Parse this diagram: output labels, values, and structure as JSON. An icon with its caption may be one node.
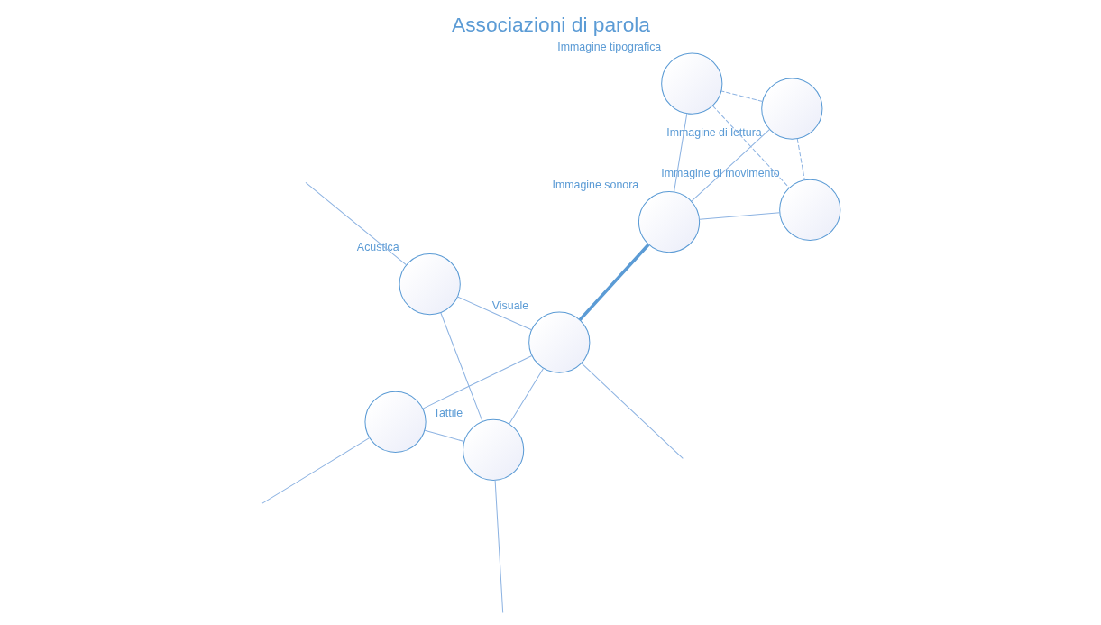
{
  "diagram": {
    "title": "Associazioni di parola",
    "nodes": [
      {
        "text": [],
        "shape": "circle"
      },
      {
        "text": [],
        "shape": "circle",
        "beside": [
          "Tattile"
        ]
      },
      {
        "text": [],
        "shape": "circle",
        "beside": [
          "Visuale"
        ]
      },
      {
        "text": [],
        "shape": "circle",
        "beside": [
          "Acustica"
        ]
      },
      {
        "text": [],
        "shape": "circle",
        "beside": [
          "Immagine di lettura"
        ]
      },
      {
        "text": [],
        "shape": "circle",
        "beside": [
          "Immagine tipografica"
        ]
      },
      {
        "text": [],
        "shape": "circle",
        "beside": [
          "Immagine sonora"
        ]
      },
      {
        "text": [],
        "shape": "circle",
        "beside": [
          "Immagine di movimento"
        ]
      }
    ],
    "edges": [
      {
        "from": null,
        "to": 0,
        "arrow": "none"
      },
      {
        "from": 0,
        "to": 1,
        "arrow": "none"
      },
      {
        "from": 1,
        "to": null,
        "arrow": "none"
      },
      {
        "from": 0,
        "to": 2,
        "arrow": "none"
      },
      {
        "from": 2,
        "to": 1,
        "arrow": "none"
      },
      {
        "from": null,
        "to": 2,
        "arrow": "none"
      },
      {
        "from": 2,
        "to": 3,
        "arrow": "none"
      },
      {
        "from": 3,
        "to": 1,
        "arrow": "none"
      },
      {
        "from": 3,
        "to": null,
        "arrow": "none"
      },
      {
        "from": 6,
        "to": 2,
        "arrow": "none",
        "style": "thick"
      },
      {
        "from": 4,
        "to": 5,
        "arrow": "none",
        "style": "dashed"
      },
      {
        "from": 4,
        "to": 6,
        "arrow": "none"
      },
      {
        "from": 4,
        "to": 7,
        "arrow": "none",
        "style": "dashed"
      },
      {
        "from": 5,
        "to": 6,
        "arrow": "none"
      },
      {
        "from": 5,
        "to": 7,
        "arrow": "none",
        "style": "dashed"
      },
      {
        "from": 7,
        "to": 6,
        "arrow": "none"
      }
    ]
  }
}
